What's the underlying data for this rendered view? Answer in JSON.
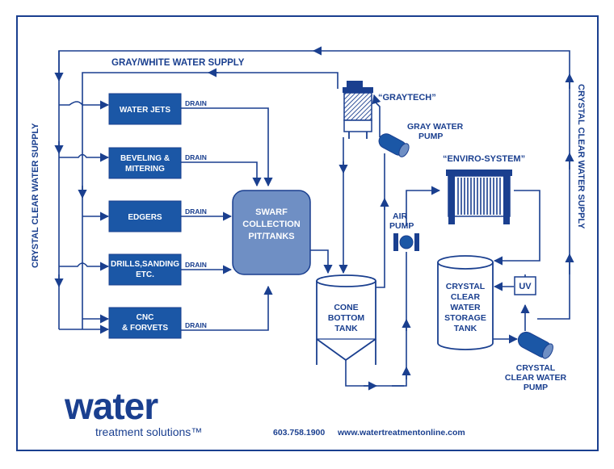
{
  "colors": {
    "primary": "#1a3f8f",
    "box_fill": "#1b57a6",
    "swarf_fill": "#6f8fc4",
    "background": "#ffffff"
  },
  "labels": {
    "gray_white_supply": "GRAY/WHITE WATER SUPPLY",
    "crystal_left": "CRYSTAL CLEAR WATER SUPPLY",
    "crystal_right": "CRYSTAL CLEAR WATER SUPPLY",
    "graytech": "“GRAYTECH”",
    "gray_pump": [
      "GRAY WATER",
      "PUMP"
    ],
    "enviro": "“ENVIRO-SYSTEM”",
    "air_pump": [
      "AIR",
      "PUMP"
    ],
    "uv": "UV",
    "cc_pump": [
      "CRYSTAL",
      "CLEAR WATER",
      "PUMP"
    ],
    "drain": "DRAIN"
  },
  "machines": [
    {
      "lines": [
        "WATER JETS"
      ]
    },
    {
      "lines": [
        "BEVELING &",
        "MITERING"
      ]
    },
    {
      "lines": [
        "EDGERS"
      ]
    },
    {
      "lines": [
        "DRILLS,SANDING",
        "ETC."
      ]
    },
    {
      "lines": [
        "CNC",
        "& FORVETS"
      ]
    }
  ],
  "swarf": [
    "SWARF",
    "COLLECTION",
    "PIT/TANKS"
  ],
  "cone_tank": [
    "CONE",
    "BOTTOM",
    "TANK"
  ],
  "storage_tank": [
    "CRYSTAL",
    "CLEAR",
    "WATER",
    "STORAGE",
    "TANK"
  ],
  "footer": {
    "logo_word": "water",
    "logo_tagline": "treatment solutions™",
    "phone": "603.758.1900",
    "website": "www.watertreatmentonline.com"
  }
}
